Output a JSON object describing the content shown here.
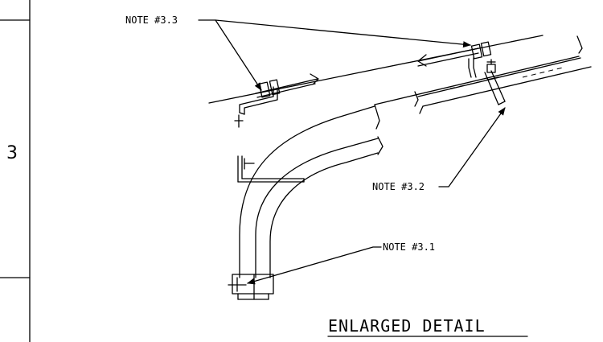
{
  "zone_number": "3",
  "notes": {
    "note_3_3": "NOTE #3.3",
    "note_3_2": "NOTE #3.2",
    "note_3_1": "NOTE #3.1"
  },
  "title": "ENLARGED DETAIL",
  "colors": {
    "ink": "#000000",
    "paper": "#ffffff"
  }
}
